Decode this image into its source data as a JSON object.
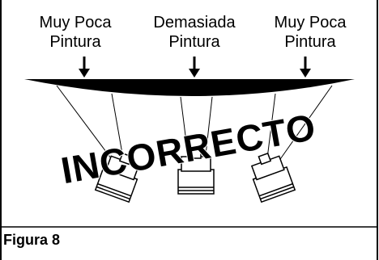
{
  "labels": {
    "left": [
      "Muy Poca",
      "Pintura"
    ],
    "center": [
      "Demasiada",
      "Pintura"
    ],
    "right": [
      "Muy Poca",
      "Pintura"
    ]
  },
  "stamp": "INCORRECTO",
  "caption": "Figura 8",
  "colors": {
    "ink": "#000000",
    "background": "#ffffff"
  },
  "icons": [
    "down-arrow-icon",
    "paint-spray-gun-icon"
  ]
}
